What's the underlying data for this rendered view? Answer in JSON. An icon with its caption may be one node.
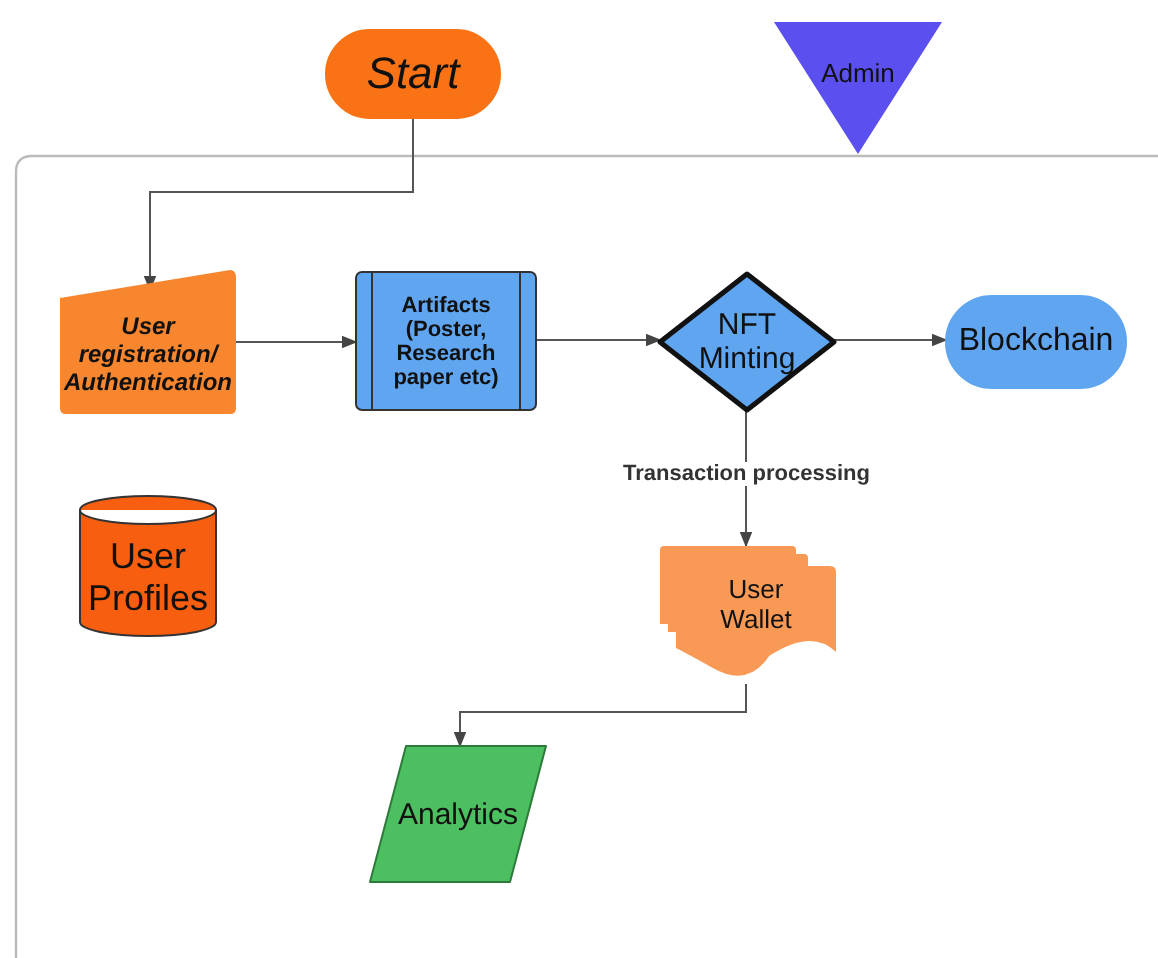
{
  "diagram": {
    "nodes": [
      {
        "text": [
          "Start"
        ]
      },
      {
        "text": [
          "Admin"
        ]
      },
      {
        "text": [
          "User registration/ Authentication"
        ]
      },
      {
        "text": [
          "Artifacts (Poster, Research paper etc)"
        ]
      },
      {
        "text": [
          "NFT Minting"
        ]
      },
      {
        "text": [
          "Blockchain"
        ]
      },
      {
        "text": [
          "User Profiles"
        ]
      },
      {
        "text": [
          "User Wallet"
        ]
      },
      {
        "text": [
          "Analytics"
        ]
      }
    ],
    "edges": [
      {
        "from": 0,
        "to": 2,
        "arrow": "to"
      },
      {
        "from": 2,
        "to": 3,
        "arrow": "to"
      },
      {
        "from": 3,
        "to": 4,
        "arrow": "to"
      },
      {
        "from": 4,
        "to": 5,
        "arrow": "to"
      },
      {
        "from": 4,
        "to": 7,
        "arrow": "to",
        "label": "Transaction processing"
      },
      {
        "from": 7,
        "to": 8,
        "arrow": "to"
      }
    ]
  }
}
